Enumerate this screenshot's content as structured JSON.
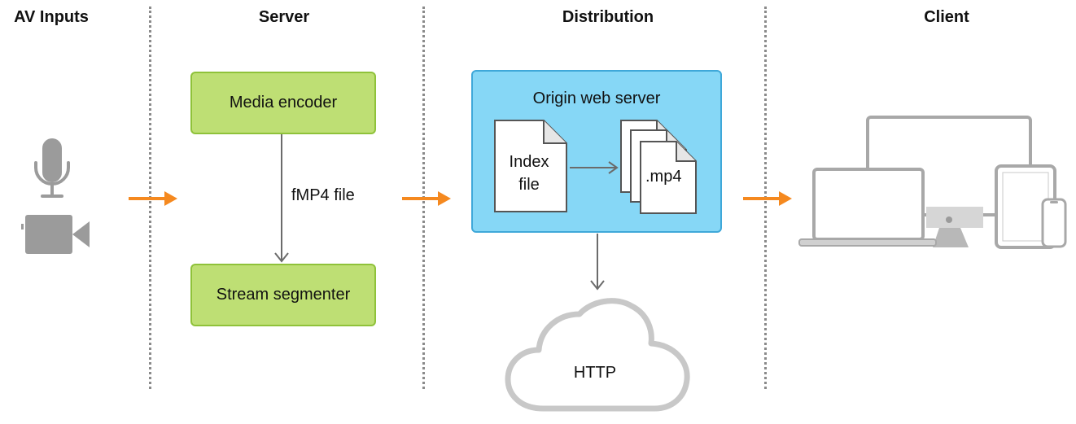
{
  "columns": {
    "av_inputs": "AV Inputs",
    "server": "Server",
    "distribution": "Distribution",
    "client": "Client"
  },
  "server": {
    "encoder": "Media encoder",
    "connector": "fMP4 file",
    "segmenter": "Stream segmenter"
  },
  "distribution": {
    "origin": "Origin web server",
    "index_line1": "Index",
    "index_line2": "file",
    "segment": ".mp4",
    "cloud": "HTTP"
  },
  "colors": {
    "arrow_orange": "#f5891f",
    "green_fill": "#bedf74",
    "blue_fill": "#86d7f6",
    "icon_gray": "#9b9b9b"
  },
  "icons": [
    "microphone-icon",
    "video-camera-icon",
    "cloud-icon",
    "laptop-icon",
    "imac-icon",
    "ipad-icon",
    "iphone-icon"
  ]
}
